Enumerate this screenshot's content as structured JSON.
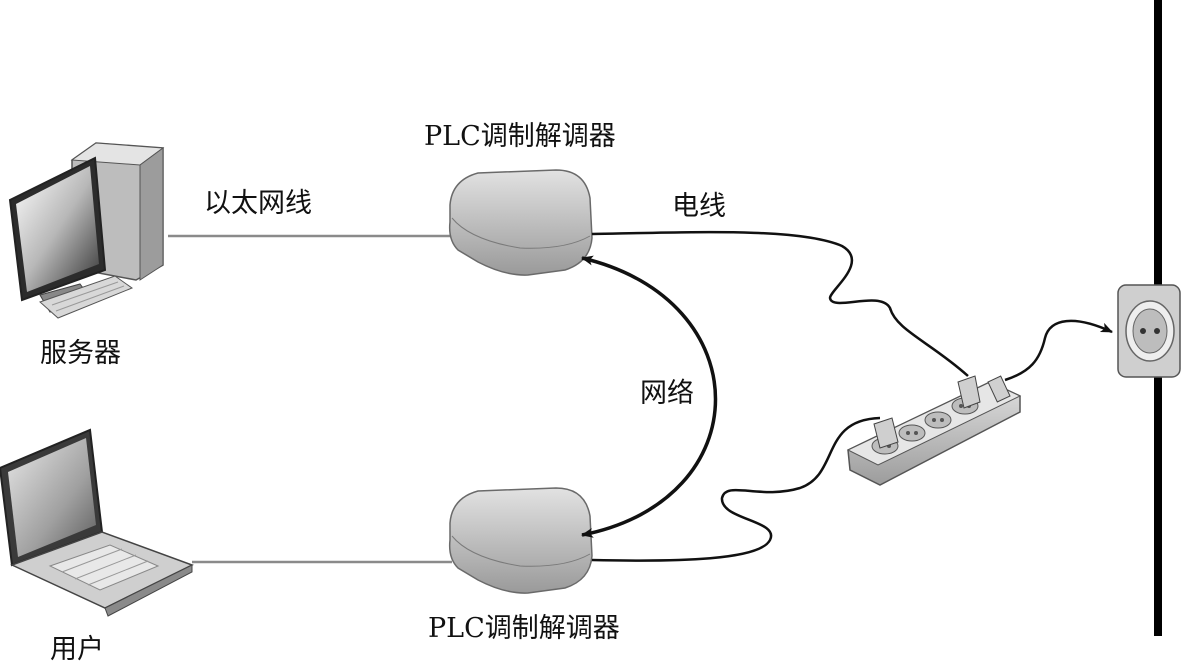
{
  "diagram": {
    "labels": {
      "server": "服务器",
      "user": "用户",
      "ethernet": "以太网线",
      "modem_top": "PLC调制解调器",
      "modem_bottom": "PLC调制解调器",
      "power_line": "电线",
      "network": "网络"
    }
  }
}
